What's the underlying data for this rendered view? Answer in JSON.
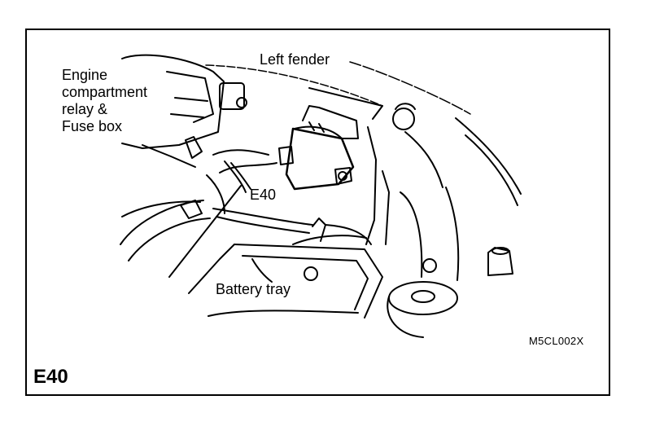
{
  "labels": {
    "relay_fuse_box": {
      "line1": "Engine",
      "line2": "compartment",
      "line3": "relay &",
      "line4": "Fuse box"
    },
    "left_fender": "Left fender",
    "e40_connector": "E40",
    "battery_tray": "Battery tray"
  },
  "figure_code": "M5CL002X",
  "component_code": "E40",
  "colors": {
    "line": "#000000",
    "background": "#ffffff"
  }
}
